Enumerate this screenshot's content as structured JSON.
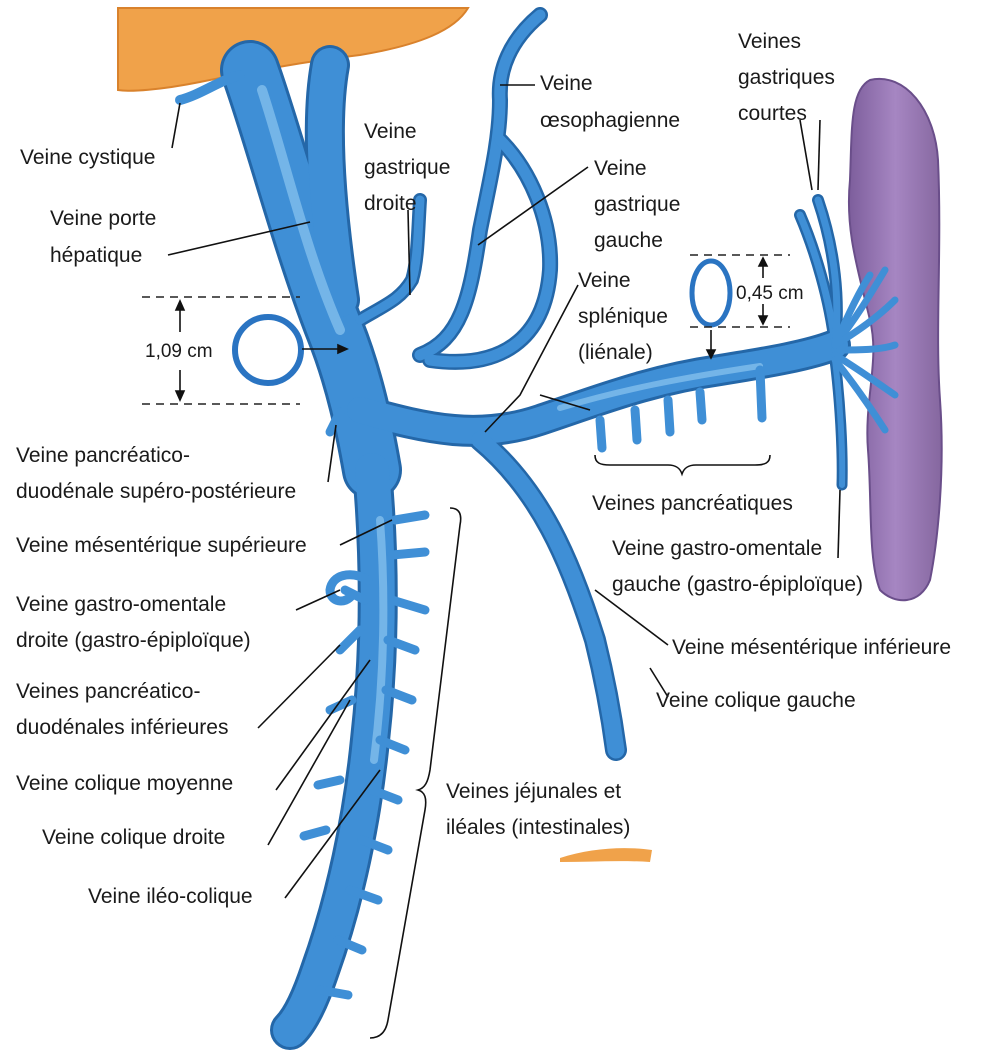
{
  "colors": {
    "vein": "#3f8fd6",
    "vein_dark": "#2467a8",
    "vein_light": "#8cc4ef",
    "liver": "#f0a24a",
    "spleen": "#9a78b4",
    "spleen_dark": "#6f5290",
    "ring": "#2a74c2"
  },
  "labels": {
    "veine_cystique": "Veine cystique",
    "veine_porte": [
      "Veine porte",
      "hépatique"
    ],
    "veine_oesophagienne": [
      "Veine",
      "œsophagienne"
    ],
    "veine_gastrique_droite": [
      "Veine",
      "gastrique",
      "droite"
    ],
    "veine_gastrique_gauche": [
      "Veine",
      "gastrique",
      "gauche"
    ],
    "veines_gastriques_courtes": [
      "Veines",
      "gastriques",
      "courtes"
    ],
    "veine_splenique": [
      "Veine",
      "splénique",
      "(liénale)"
    ],
    "mesure_porte": "1,09 cm",
    "mesure_splenique": "0,45 cm",
    "veine_pancreatico_duodenale_sup": [
      "Veine pancréatico-",
      "duodénale supéro-postérieure"
    ],
    "veine_mesenterique_sup": "Veine mésentérique supérieure",
    "veine_gastro_omentale_droite": [
      "Veine gastro-omentale",
      "droite (gastro-épiploïque)"
    ],
    "veines_pancreatico_duodenales_inf": [
      "Veines pancréatico-",
      "duodénales inférieures"
    ],
    "veine_colique_moyenne": "Veine colique moyenne",
    "veine_colique_droite": "Veine colique droite",
    "veine_ileo_colique": "Veine iléo-colique",
    "veines_pancreatiques": "Veines pancréatiques",
    "veine_gastro_omentale_gauche": [
      "Veine gastro-omentale",
      "gauche (gastro-épiploïque)"
    ],
    "veine_mesenterique_inf": "Veine mésentérique inférieure",
    "veine_colique_gauche": "Veine colique gauche",
    "veines_jejunales": [
      "Veines jéjunales et",
      "iléales (intestinales)"
    ]
  }
}
